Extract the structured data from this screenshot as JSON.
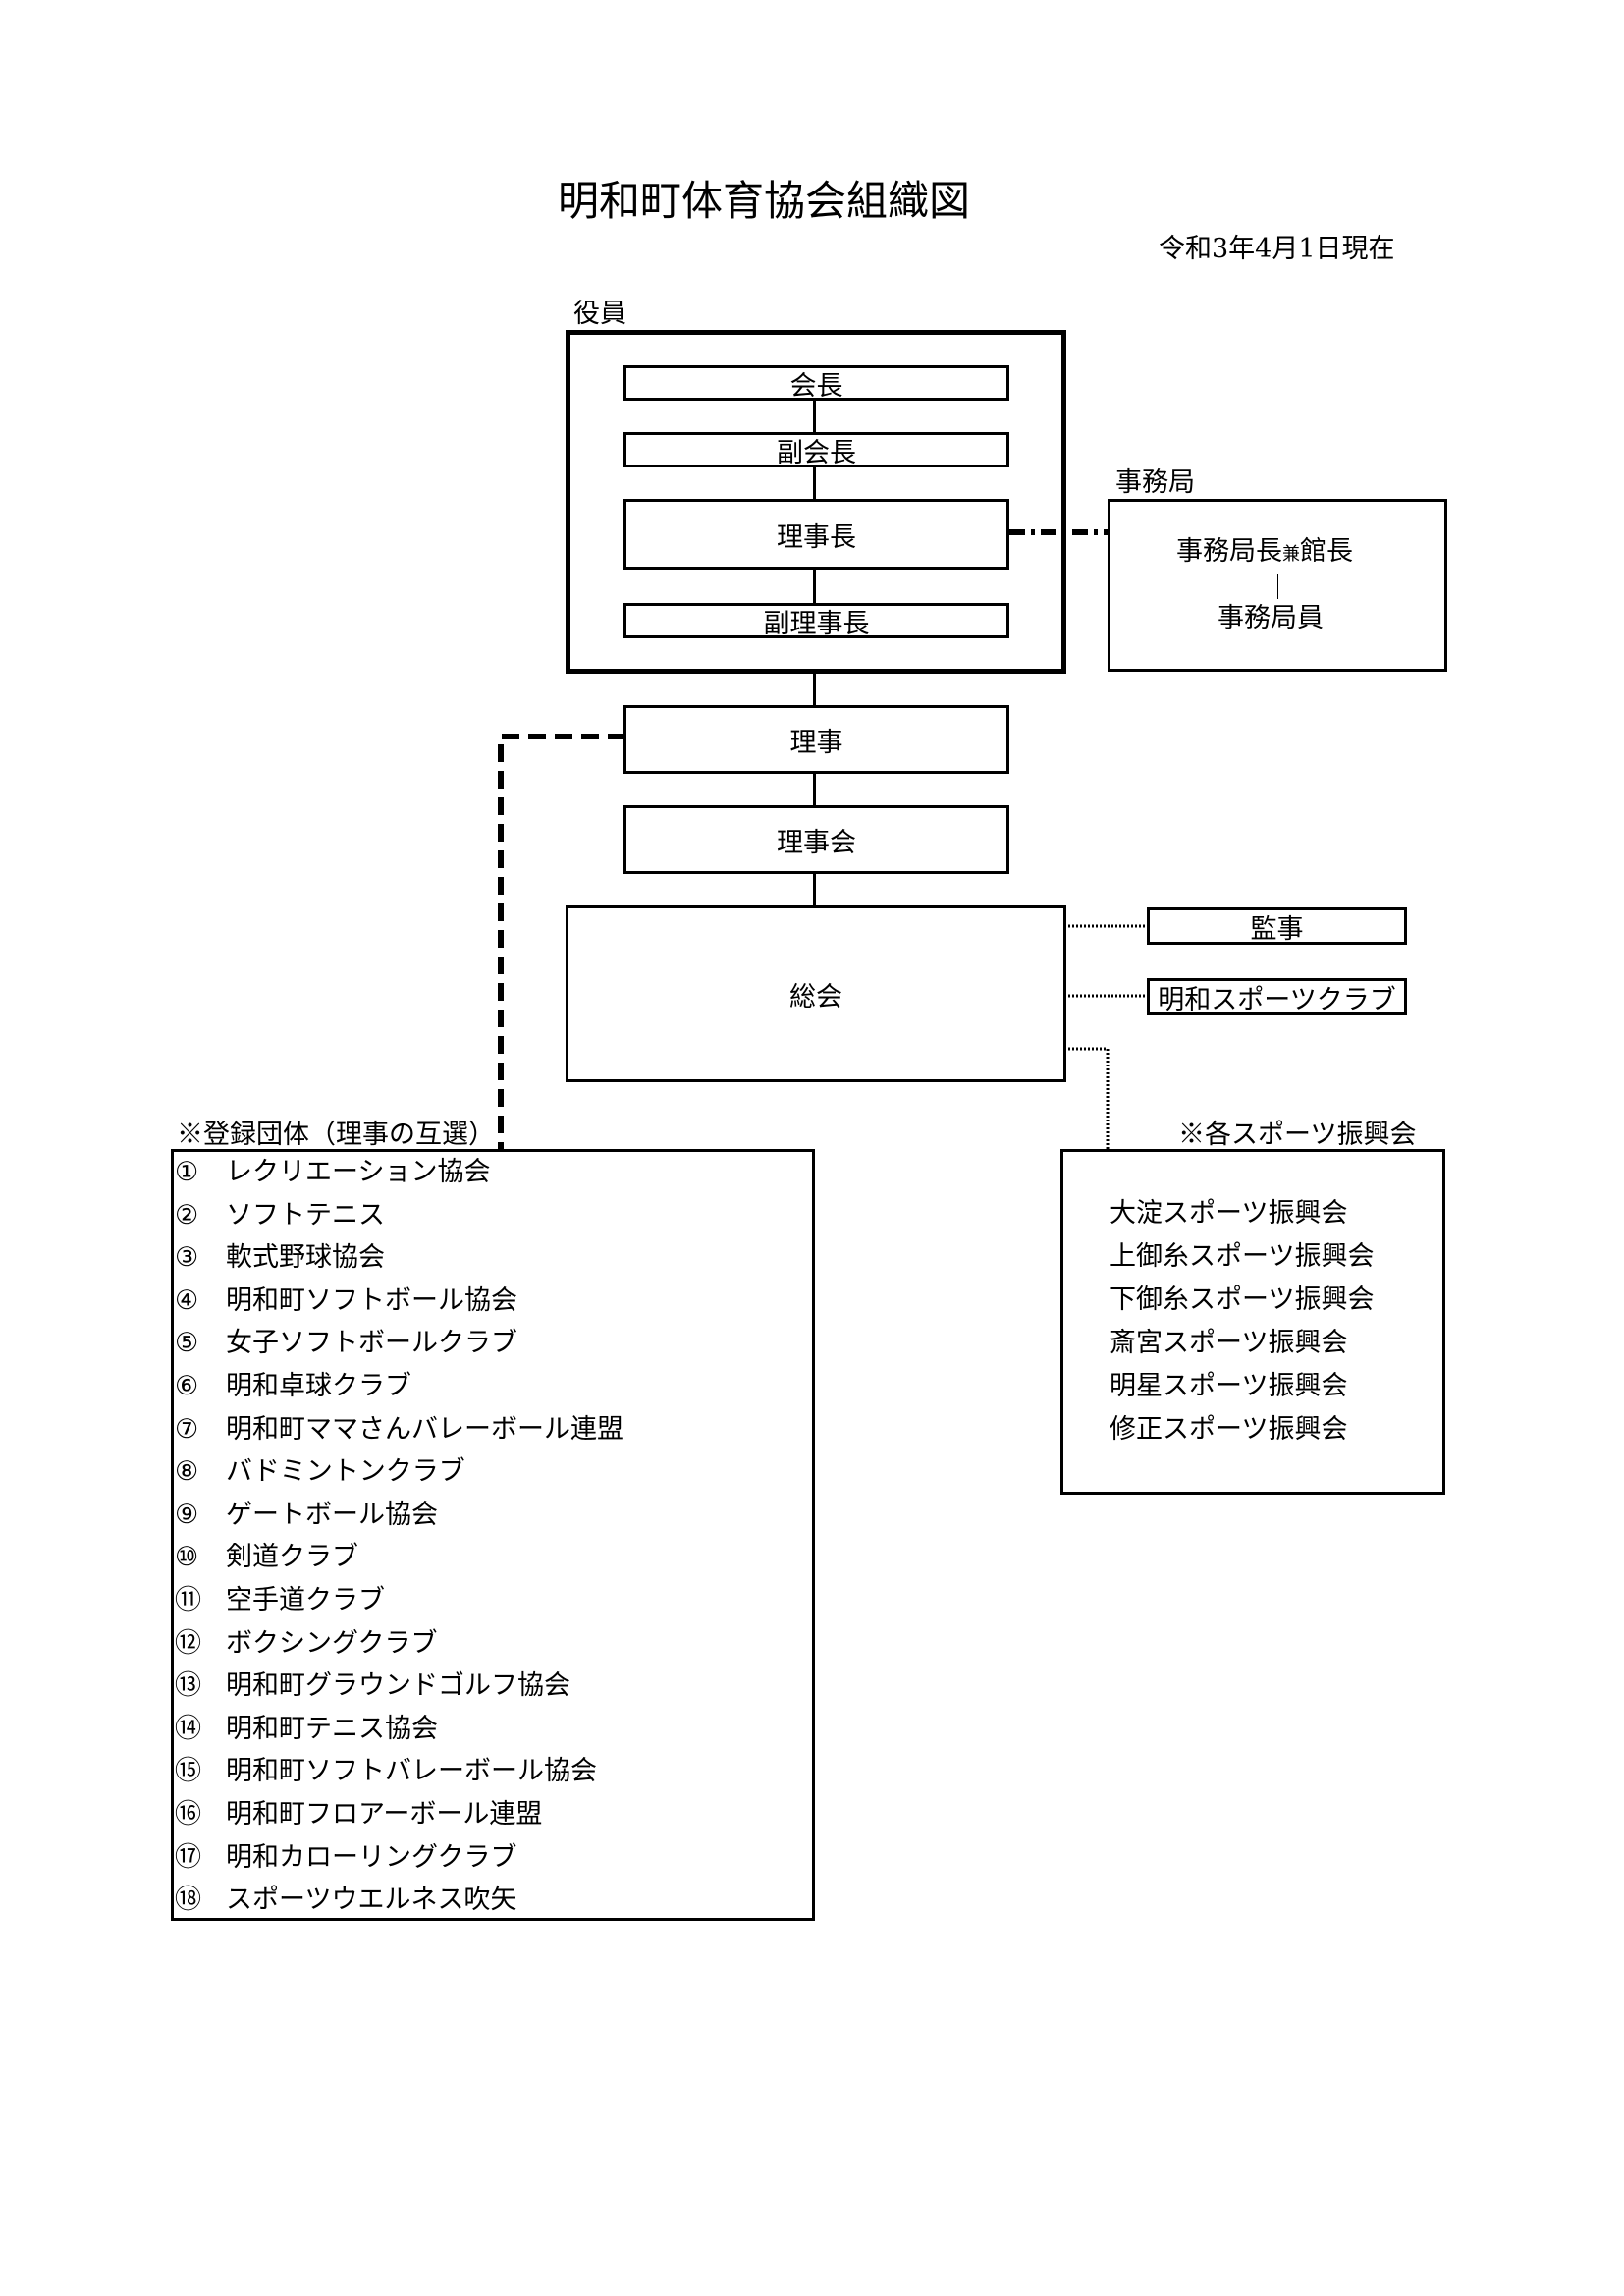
{
  "title": "明和町体育協会組織図",
  "date": "令和3年4月1日現在",
  "officers": {
    "label": "役員",
    "president": "会長",
    "vice_president": "副会長",
    "chairman": "理事長",
    "vice_chairman": "副理事長"
  },
  "secretariat": {
    "label": "事務局",
    "head_main": "事務局長",
    "head_small": "兼",
    "head_tail": "館長",
    "staff": "事務局員"
  },
  "directors": "理事",
  "board": "理事会",
  "general_assembly": "総会",
  "auditor": "監事",
  "sports_club": "明和スポーツクラブ",
  "registered_groups": {
    "label": "※登録団体（理事の互選）",
    "items": [
      {
        "num": "①",
        "name": "レクリエーション協会"
      },
      {
        "num": "②",
        "name": "ソフトテニス"
      },
      {
        "num": "③",
        "name": "軟式野球協会"
      },
      {
        "num": "④",
        "name": "明和町ソフトボール協会"
      },
      {
        "num": "⑤",
        "name": "女子ソフトボールクラブ"
      },
      {
        "num": "⑥",
        "name": "明和卓球クラブ"
      },
      {
        "num": "⑦",
        "name": "明和町ママさんバレーボール連盟"
      },
      {
        "num": "⑧",
        "name": "バドミントンクラブ"
      },
      {
        "num": "⑨",
        "name": "ゲートボール協会"
      },
      {
        "num": "⑩",
        "name": "剣道クラブ"
      },
      {
        "num": "⑪",
        "name": "空手道クラブ"
      },
      {
        "num": "⑫",
        "name": "ボクシングクラブ"
      },
      {
        "num": "⑬",
        "name": "明和町グラウンドゴルフ協会"
      },
      {
        "num": "⑭",
        "name": "明和町テニス協会"
      },
      {
        "num": "⑮",
        "name": "明和町ソフトバレーボール協会"
      },
      {
        "num": "⑯",
        "name": "明和町フロアーボール連盟"
      },
      {
        "num": "⑰",
        "name": "明和カローリングクラブ"
      },
      {
        "num": "⑱",
        "name": "スポーツウエルネス吹矢"
      }
    ]
  },
  "sports_promotion": {
    "label": "※各スポーツ振興会",
    "items": [
      "大淀スポーツ振興会",
      "上御糸スポーツ振興会",
      "下御糸スポーツ振興会",
      "斎宮スポーツ振興会",
      "明星スポーツ振興会",
      "修正スポーツ振興会"
    ]
  }
}
